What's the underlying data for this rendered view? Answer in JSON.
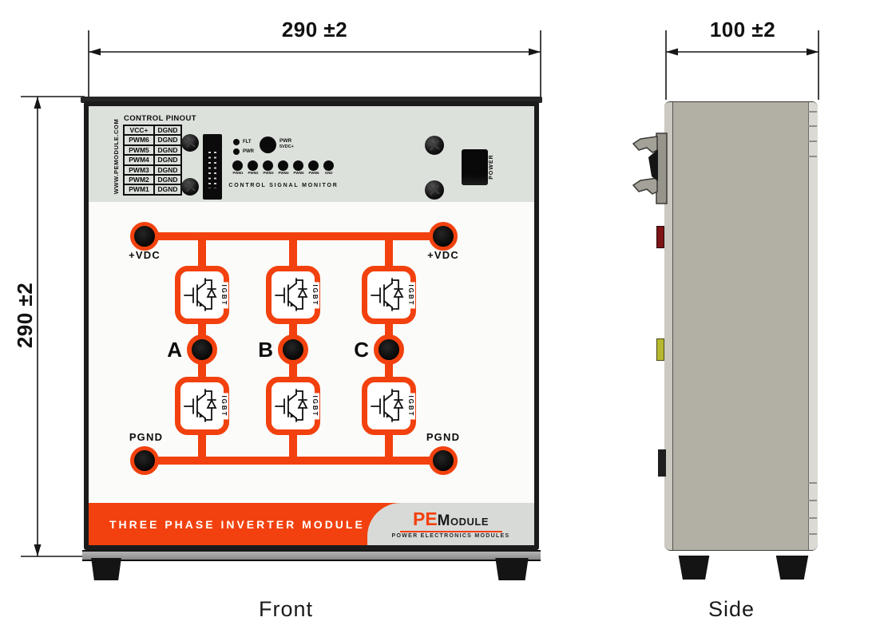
{
  "view_labels": {
    "front": "Front",
    "side": "Side"
  },
  "dimensions": {
    "front_width": "290 ±2",
    "front_height": "290 ±2",
    "side_width": "100 ±2"
  },
  "front_panel": {
    "website": "WWW.PEMODULE.COM",
    "pinout_table": {
      "title": "CONTROL PINOUT",
      "rows": [
        [
          "VCC+",
          "DGND"
        ],
        [
          "PWM6",
          "DGND"
        ],
        [
          "PWM5",
          "DGND"
        ],
        [
          "PWM4",
          "DGND"
        ],
        [
          "PWM3",
          "DGND"
        ],
        [
          "PWM2",
          "DGND"
        ],
        [
          "PWM1",
          "DGND"
        ]
      ]
    },
    "signal_monitor": {
      "flt_label": "FLT",
      "pwr_label": "PWR",
      "power_button_label": "PWR",
      "power_button_sublabel": "5VDC+",
      "channel_labels": [
        "PWM1",
        "PWM2",
        "PWM3",
        "PWM4",
        "PWM5",
        "PWM6",
        "GND"
      ],
      "title": "CONTROL SIGNAL MONITOR"
    },
    "power_switch_label": "POWER"
  },
  "circuit": {
    "vdc_label": "+VDC",
    "pgnd_label": "PGND",
    "phase_labels": [
      "A",
      "B",
      "C"
    ],
    "igbt_label": "IGBT"
  },
  "banner": {
    "title": "THREE PHASE INVERTER MODULE",
    "logo_pe": "PE",
    "logo_module": "Module",
    "logo_tagline": "POWER ELECTRONICS MODULES"
  },
  "colors": {
    "accent_orange": "#F2410E",
    "panel_gray": "#DCE1DB",
    "frame_black": "#1B1B1B",
    "side_body_gray": "#B2AFA5"
  }
}
